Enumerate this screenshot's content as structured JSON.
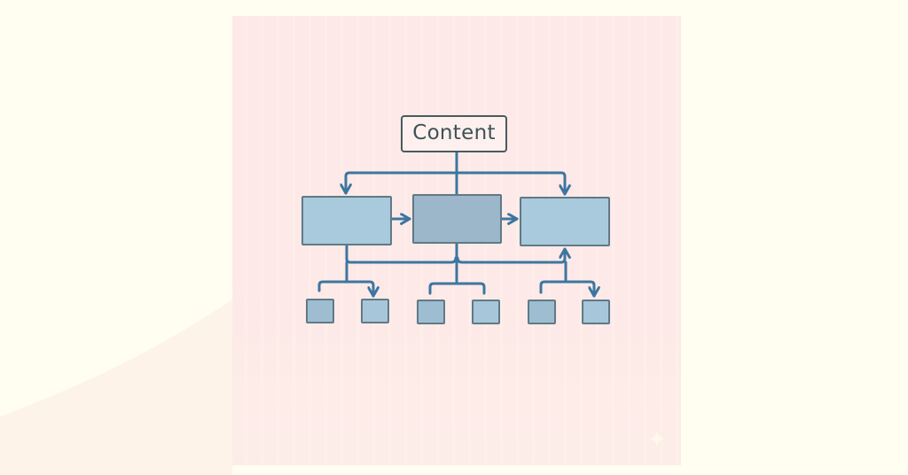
{
  "colors": {
    "page_background": "#fffef0",
    "panel_background": "#fde9e8",
    "connector": "#3d76a0",
    "node_fill": "#a9cadc",
    "center_node_fill": "#9cb6ca",
    "node_border": "#5f7a86",
    "root_border": "#4a5a5e",
    "root_text": "#3f5257"
  },
  "diagram": {
    "root": {
      "label": "Content"
    },
    "primary_nodes": [
      {
        "id": "left",
        "label": ""
      },
      {
        "id": "center",
        "label": ""
      },
      {
        "id": "right",
        "label": ""
      }
    ],
    "leaf_nodes": [
      {
        "id": "leaf-1",
        "parent": "left",
        "label": ""
      },
      {
        "id": "leaf-2",
        "parent": "left",
        "label": ""
      },
      {
        "id": "leaf-3",
        "parent": "center",
        "label": ""
      },
      {
        "id": "leaf-4",
        "parent": "center",
        "label": ""
      },
      {
        "id": "leaf-5",
        "parent": "right",
        "label": ""
      },
      {
        "id": "leaf-6",
        "parent": "right",
        "label": ""
      }
    ],
    "edges": [
      {
        "from": "root",
        "to": "left",
        "arrow": true
      },
      {
        "from": "root",
        "to": "center",
        "arrow": false
      },
      {
        "from": "root",
        "to": "right",
        "arrow": true
      },
      {
        "from": "left",
        "to": "center",
        "arrow": true
      },
      {
        "from": "center",
        "to": "right",
        "arrow": true
      },
      {
        "from": "left",
        "to": "right",
        "arrow": true,
        "via": "bottom-bus"
      },
      {
        "from": "center",
        "to": "right",
        "arrow": true,
        "via": "bottom-bus"
      },
      {
        "from": "left",
        "to": "leaf-2",
        "arrow": true
      },
      {
        "from": "left",
        "to": "leaf-1",
        "arrow": false
      },
      {
        "from": "center",
        "to": "leaf-3",
        "arrow": false
      },
      {
        "from": "center",
        "to": "leaf-4",
        "arrow": false
      },
      {
        "from": "right",
        "to": "leaf-6",
        "arrow": true
      },
      {
        "from": "right",
        "to": "leaf-5",
        "arrow": false
      }
    ]
  },
  "decorations": {
    "sparkle_icon": "four-point-star"
  }
}
